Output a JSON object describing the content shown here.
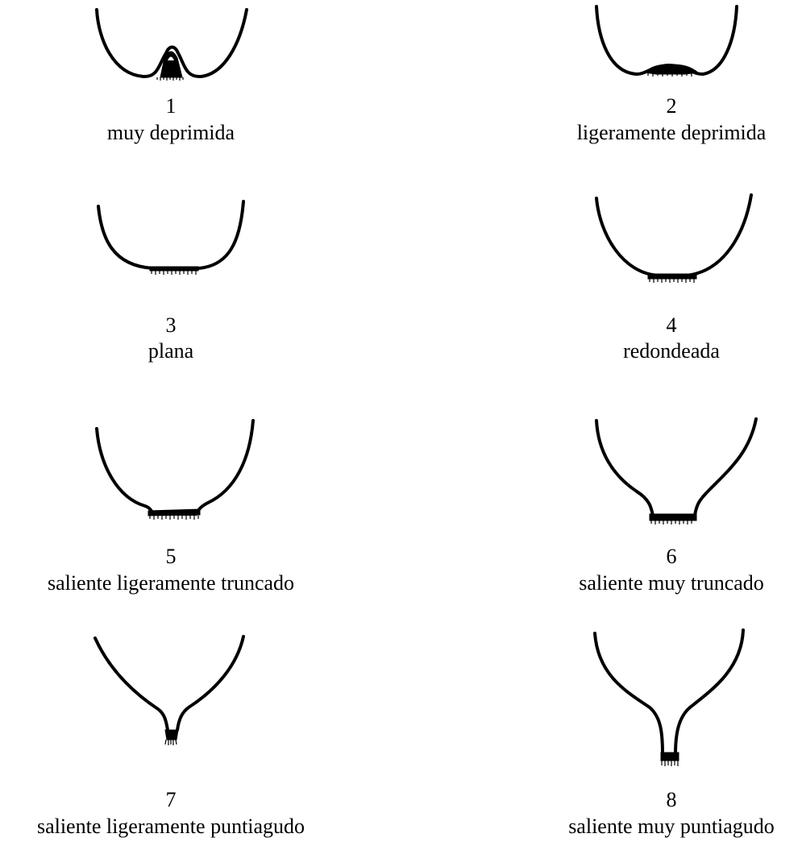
{
  "shapes": [
    {
      "number": "1",
      "label": "muy deprimida"
    },
    {
      "number": "2",
      "label": "ligeramente deprimida"
    },
    {
      "number": "3",
      "label": "plana"
    },
    {
      "number": "4",
      "label": "redondeada"
    },
    {
      "number": "5",
      "label": "saliente ligeramente truncado"
    },
    {
      "number": "6",
      "label": "saliente muy truncado"
    },
    {
      "number": "7",
      "label": "saliente ligeramente puntiagudo"
    },
    {
      "number": "8",
      "label": "saliente muy puntiagudo"
    }
  ]
}
